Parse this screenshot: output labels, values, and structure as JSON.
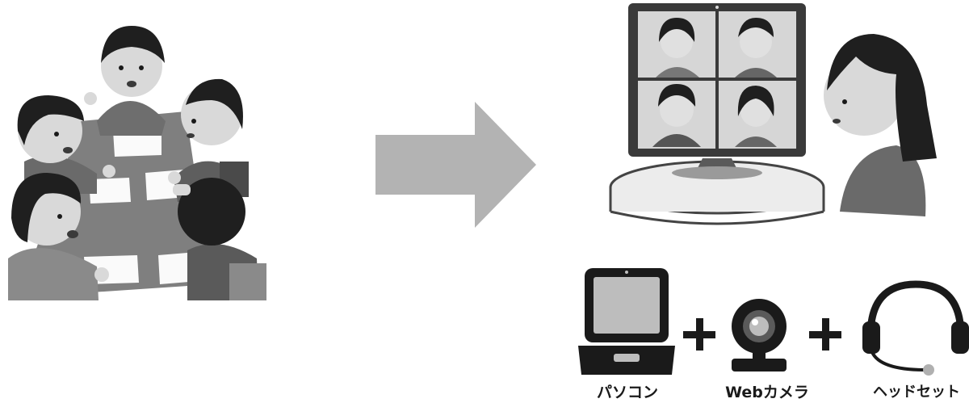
{
  "labels": {
    "pc": "パソコン",
    "webcam": "Webカメラ",
    "headset": "ヘッドセット"
  },
  "colors": {
    "dark": "#1a1a1a",
    "mid_gray": "#7a7a7a",
    "light_gray": "#bdbdbd",
    "arrow": "#b3b3b3",
    "paper": "#ffffff"
  }
}
